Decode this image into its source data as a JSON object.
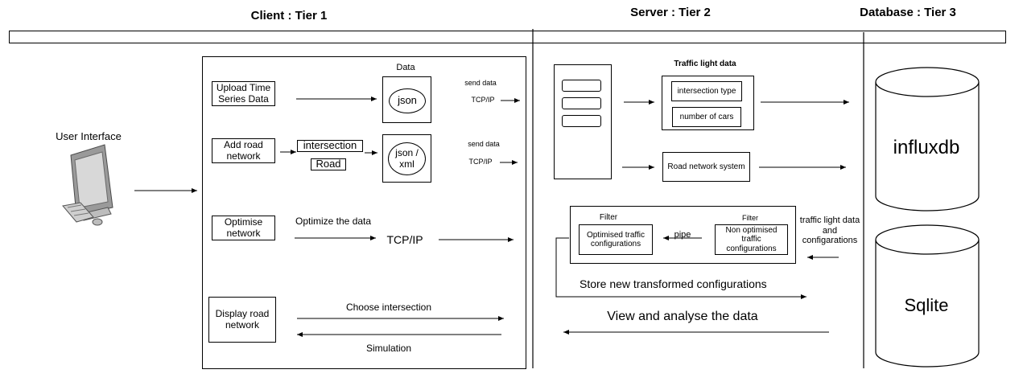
{
  "tiers": {
    "client": "Client : Tier 1",
    "server": "Server : Tier 2",
    "database": "Database : Tier 3"
  },
  "user_interface": "User Interface",
  "client": {
    "data_label": "Data",
    "upload": "Upload Time\nSeries Data",
    "add_road": "Add  road\nnetwork",
    "optimise": "Optimise\nnetwork",
    "display": "Display road\nnetwork",
    "intersection": "intersection",
    "road": "Road",
    "json": "json",
    "json_xml": "json /\nxml",
    "send_data_1": "send data",
    "tcpip_1": "TCP/IP",
    "send_data_2": "send data",
    "tcpip_2": "TCP/IP",
    "optimize_the_data": "Optimize the data",
    "tcpip_3": "TCP/IP",
    "choose_intersection": "Choose intersection",
    "simulation": "Simulation"
  },
  "server": {
    "traffic_light_data": "Traffic light data",
    "intersection_type": "intersection type",
    "number_of_cars": "number of cars",
    "road_network_system": "Road network system",
    "filter_left": "Filter",
    "filter_right": "Filter",
    "optimised": "Optimised traffic\nconfigurations",
    "non_optimised": "Non optimised\ntraffic\nconfigurations",
    "pipe": "pipe",
    "tl_data_configs": "traffic light data\nand\nconfigarations",
    "store_new": "Store new transformed configurations",
    "view_analyse": "View and analyse the data"
  },
  "database": {
    "influxdb": "influxdb",
    "sqlite": "Sqlite"
  }
}
